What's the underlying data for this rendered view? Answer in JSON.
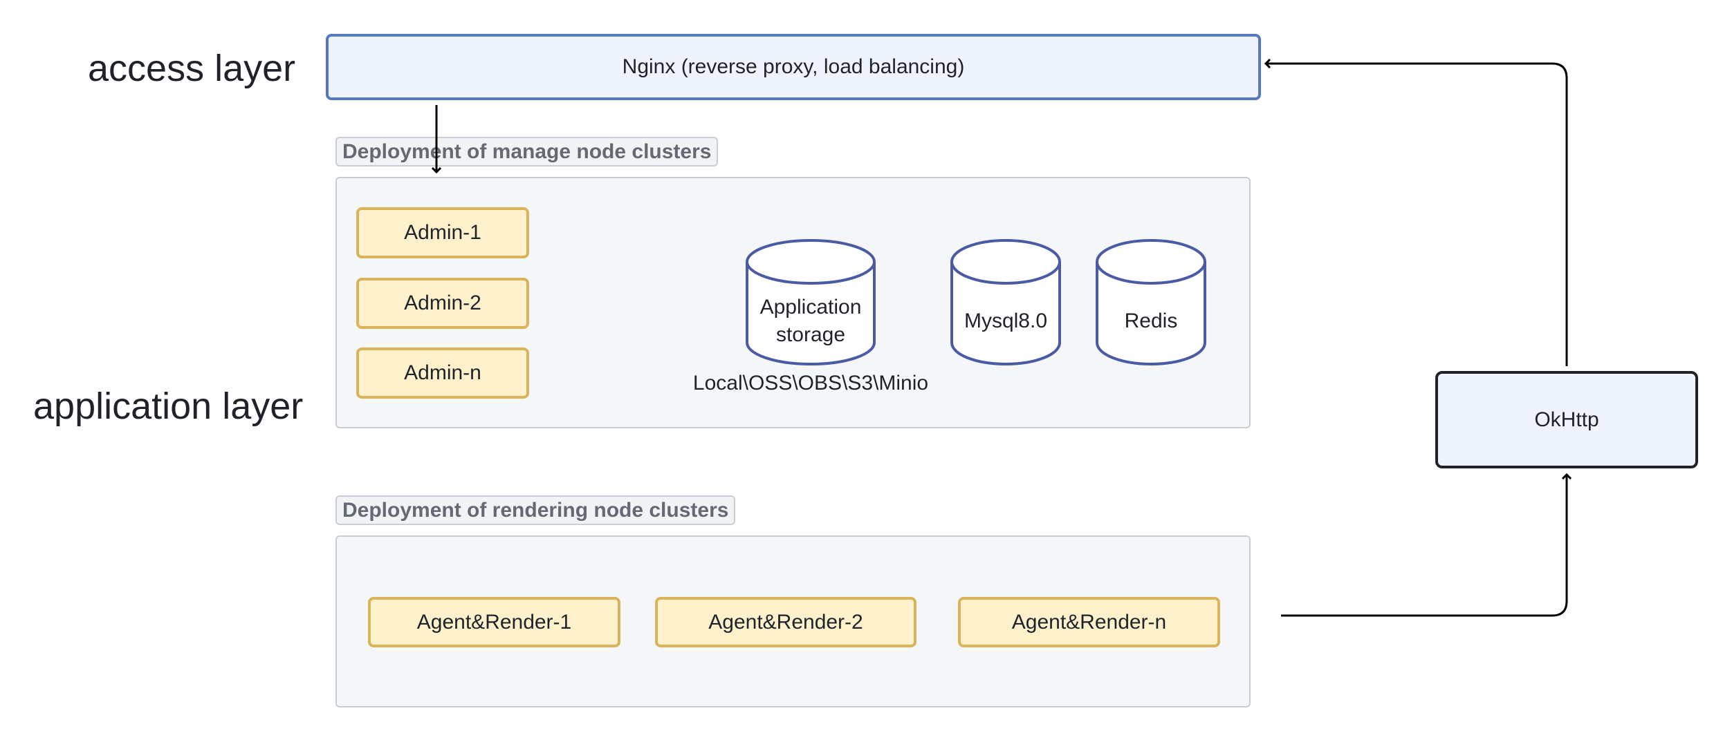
{
  "layers": {
    "access": "access layer",
    "application": "application layer"
  },
  "nginx": {
    "label": "Nginx (reverse proxy, load balancing)"
  },
  "manage_cluster": {
    "title": "Deployment of manage node clusters",
    "admins": [
      "Admin-1",
      "Admin-2",
      "Admin-n"
    ],
    "storage": {
      "line1": "Application",
      "line2": "storage",
      "caption": "Local\\OSS\\OBS\\S3\\Minio"
    },
    "mysql": "Mysql8.0",
    "redis": "Redis"
  },
  "render_cluster": {
    "title": "Deployment of rendering node clusters",
    "agents": [
      "Agent&Render-1",
      "Agent&Render-2",
      "Agent&Render-n"
    ]
  },
  "okhttp": {
    "label": "OkHttp"
  },
  "colors": {
    "nginx_fill": "#eef3fd",
    "nginx_border": "#5578c6",
    "node_fill": "#fdf1cc",
    "node_border": "#d9b45a",
    "cylinder_stroke": "#4a5ba3",
    "cluster_fill": "#f5f6f7",
    "arrow": "#000000"
  }
}
